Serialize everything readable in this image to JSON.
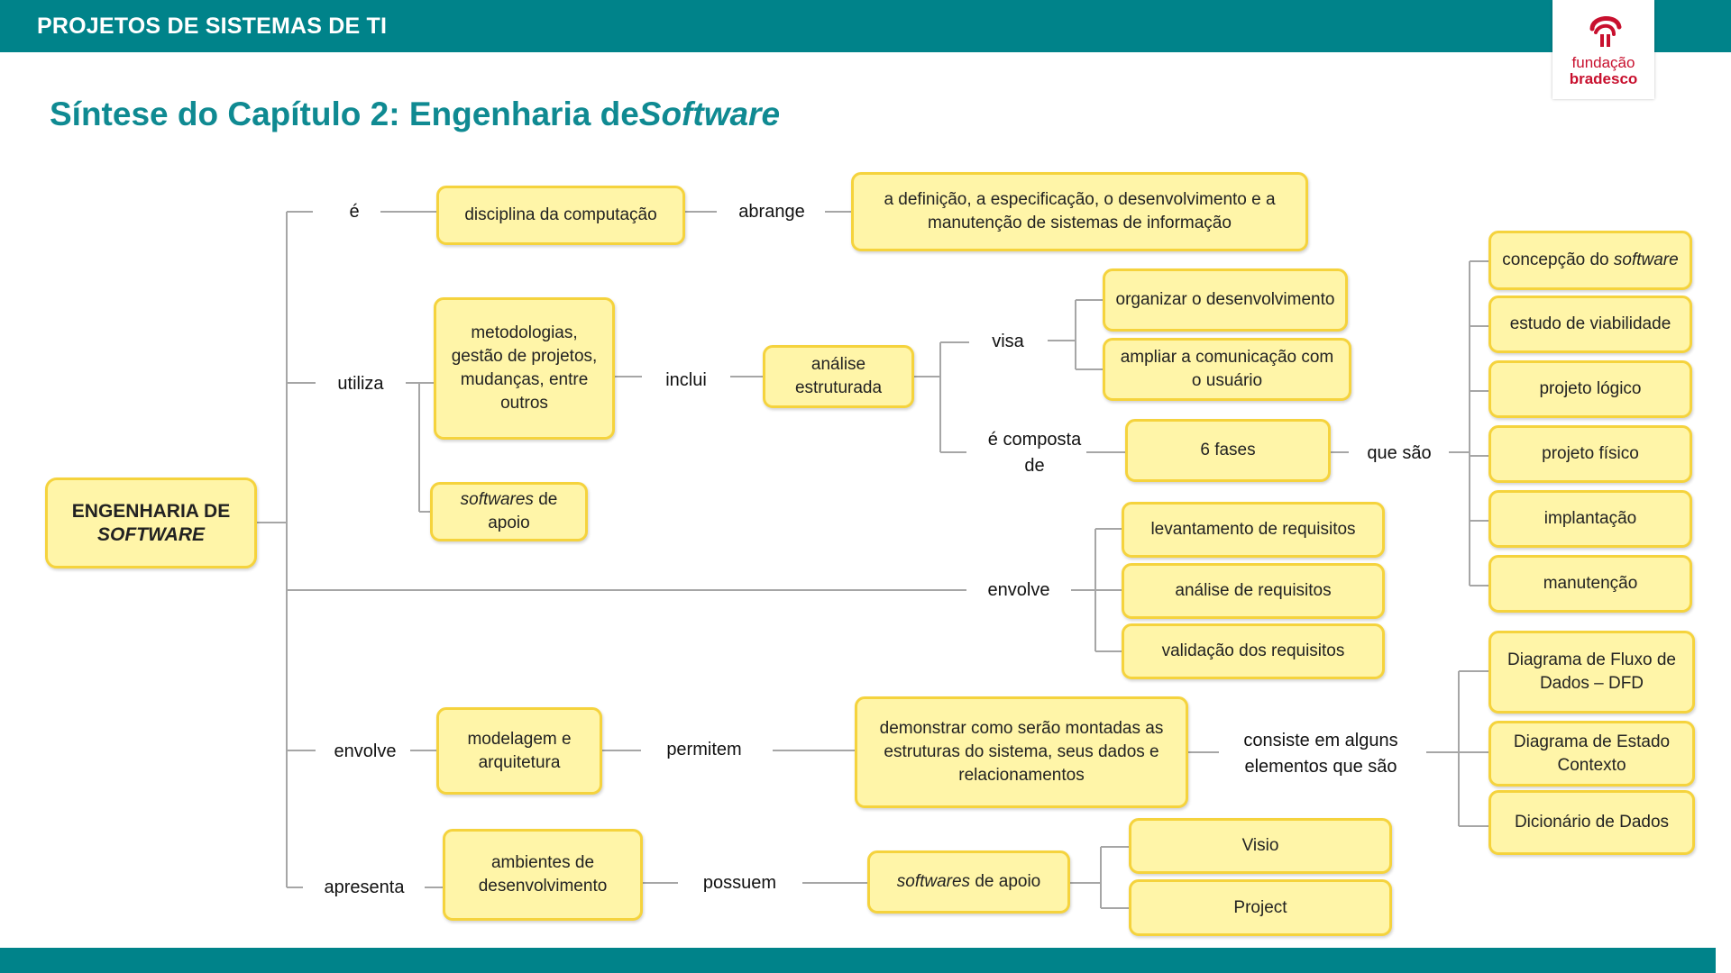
{
  "header": {
    "band_title": "PROJETOS DE SISTEMAS DE TI",
    "logo_line1": "fundação",
    "logo_line2": "bradesco"
  },
  "title": {
    "prefix": "Síntese do Capítulo 2: Engenharia de",
    "emphasis": "Software"
  },
  "colors": {
    "teal": "#00838a",
    "title_teal": "#0f8a92",
    "box_fill": "#fff5a8",
    "box_border": "#f5d33d",
    "logo_red": "#c8102e"
  },
  "diagram": {
    "root": {
      "line1": "ENGENHARIA DE",
      "line2": "SOFTWARE"
    },
    "labels": {
      "e": "é",
      "utiliza": "utiliza",
      "envolve_1": "envolve",
      "envolve_2": "envolve",
      "apresenta": "apresenta",
      "abrange": "abrange",
      "inclui": "inclui",
      "visa": "visa",
      "e_composta_l1": "é composta",
      "e_composta_l2": "de",
      "que_sao": "que são",
      "permitem": "permitem",
      "consiste_l1": "consiste em alguns",
      "consiste_l2": "elementos que são",
      "possuem": "possuem"
    },
    "boxes": {
      "disciplina": "disciplina da computação",
      "definicao_l1": "a definição, a especificação, o desenvolvimento e a",
      "definicao_l2": "manutenção de sistemas de informação",
      "metodologias_l1": "metodologias,",
      "metodologias_l2": "gestão de projetos,",
      "metodologias_l3": "mudanças, entre",
      "metodologias_l4": "outros",
      "softwares_apoio_1_em": "softwares",
      "softwares_apoio_1_rest": " de",
      "softwares_apoio_1_l2": "apoio",
      "analise_l1": "análise",
      "analise_l2": "estruturada",
      "organizar": "organizar o desenvolvimento",
      "ampliar_l1": "ampliar a comunicação com",
      "ampliar_l2": "o usuário",
      "fases": "6 fases",
      "fases_list": [
        {
          "text": "concepção do ",
          "em": "software"
        },
        {
          "text": "estudo de viabilidade",
          "em": ""
        },
        {
          "text": "projeto lógico",
          "em": ""
        },
        {
          "text": "projeto físico",
          "em": ""
        },
        {
          "text": "implantação",
          "em": ""
        },
        {
          "text": "manutenção",
          "em": ""
        }
      ],
      "requisitos": [
        "levantamento de requisitos",
        "análise de requisitos",
        "validação dos requisitos"
      ],
      "modelagem_l1": "modelagem e",
      "modelagem_l2": "arquitetura",
      "demonstrar_l1": "demonstrar como serão montadas as",
      "demonstrar_l2": "estruturas do sistema, seus dados e",
      "demonstrar_l3": "relacionamentos",
      "diagramas": [
        {
          "l1": "Diagrama de Fluxo de",
          "l2": "Dados – DFD"
        },
        {
          "l1": "Diagrama de Estado",
          "l2": "Contexto"
        },
        {
          "l1": "Dicionário de Dados",
          "l2": ""
        }
      ],
      "ambientes_l1": "ambientes de",
      "ambientes_l2": "desenvolvimento",
      "softwares_apoio_2_em": "softwares",
      "softwares_apoio_2_rest": " de apoio",
      "ferramentas": [
        "Visio",
        "Project"
      ]
    }
  }
}
